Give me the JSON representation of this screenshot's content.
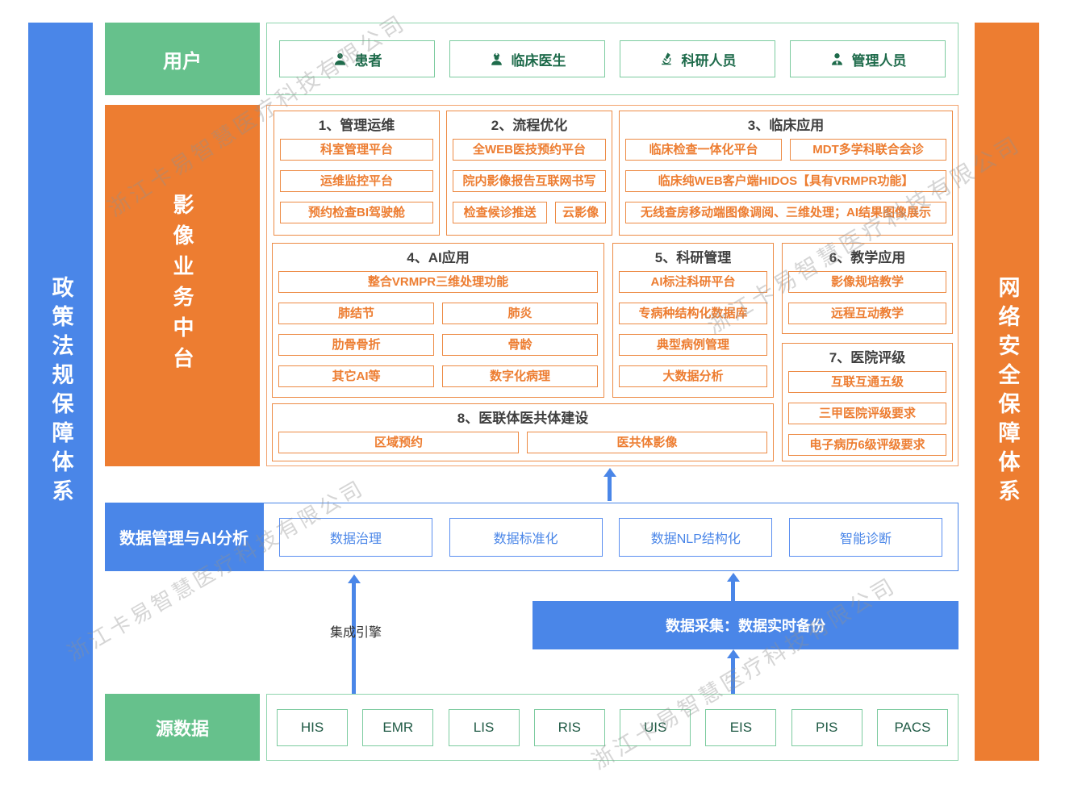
{
  "watermark": {
    "text": "浙江卡易智慧医疗科技有限公司"
  },
  "sidebars": {
    "left": "政策法规保障体系",
    "right": "网络安全保障体系"
  },
  "users_row": {
    "label": "用户",
    "items": [
      {
        "label": "患者",
        "icon": "patient-icon"
      },
      {
        "label": "临床医生",
        "icon": "doctor-icon"
      },
      {
        "label": "科研人员",
        "icon": "microscope-icon"
      },
      {
        "label": "管理人员",
        "icon": "manager-icon"
      }
    ]
  },
  "platform": {
    "label": "影像业务中台",
    "groups": [
      {
        "title": "1、管理运维",
        "items": [
          "科室管理平台",
          "运维监控平台",
          "预约检查BI驾驶舱"
        ]
      },
      {
        "title": "2、流程优化",
        "items": [
          "全WEB医技预约平台",
          "院内影像报告互联网书写",
          "检查候诊推送",
          "云影像"
        ]
      },
      {
        "title": "3、临床应用",
        "items": [
          "临床检查一体化平台",
          "MDT多学科联合会诊",
          "临床纯WEB客户端HIDOS【具有VRMPR功能】",
          "无线查房移动端图像调阅、三维处理；AI结果图像展示"
        ]
      },
      {
        "title": "4、AI应用",
        "items": [
          "整合VRMPR三维处理功能",
          "肺结节",
          "肺炎",
          "肋骨骨折",
          "骨龄",
          "其它AI等",
          "数字化病理"
        ]
      },
      {
        "title": "5、科研管理",
        "items": [
          "AI标注科研平台",
          "专病种结构化数据库",
          "典型病例管理",
          "大数据分析"
        ]
      },
      {
        "title": "6、教学应用",
        "items": [
          "影像规培教学",
          "远程互动教学"
        ]
      },
      {
        "title": "7、医院评级",
        "items": [
          "互联互通五级",
          "三甲医院评级要求",
          "电子病历6级评级要求"
        ]
      },
      {
        "title": "8、医联体医共体建设",
        "items": [
          "区域预约",
          "医共体影像"
        ]
      }
    ]
  },
  "data_mgmt_row": {
    "label": "数据管理与AI分析",
    "items": [
      "数据治理",
      "数据标准化",
      "数据NLP结构化",
      "智能诊断"
    ]
  },
  "middle": {
    "integration_engine": "集成引擎",
    "collection": "数据采集：数据实时备份"
  },
  "source_row": {
    "label": "源数据",
    "items": [
      "HIS",
      "EMR",
      "LIS",
      "RIS",
      "UIS",
      "EIS",
      "PIS",
      "PACS"
    ]
  },
  "colors": {
    "green": "#66C18C",
    "green_border": "#8FD5AD",
    "green_dark": "#1E6B4B",
    "orange": "#ED7D31",
    "orange_border": "#ED8B45",
    "blue": "#4A86E8",
    "title_text": "#3F3F3F",
    "watermark_gray": "#919191"
  }
}
